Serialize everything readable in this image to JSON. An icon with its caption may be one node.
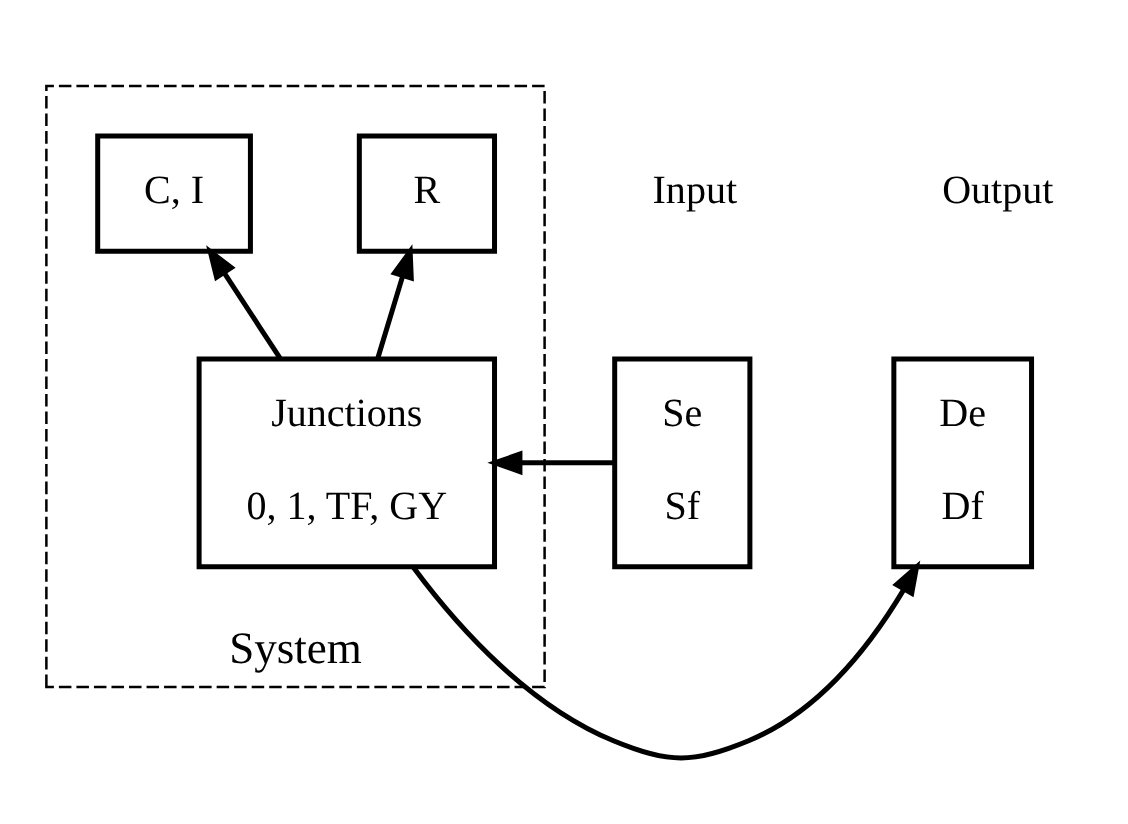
{
  "diagram": {
    "nodes": [
      {
        "text": [
          "System"
        ]
      },
      {
        "text": [
          "C, I"
        ],
        "in": 0
      },
      {
        "text": [
          "R"
        ],
        "in": 0
      },
      {
        "text": [
          "Se",
          "Sf"
        ]
      },
      {
        "text": [
          "Junctions",
          "0, 1, TF, GY"
        ],
        "in": 0
      },
      {
        "text": [
          "De",
          "Df"
        ]
      }
    ],
    "edges": [
      {
        "from": 3,
        "to": 4,
        "arrow": "to"
      },
      {
        "from": 4,
        "to": 1,
        "arrow": "to"
      },
      {
        "from": 4,
        "to": 2,
        "arrow": "to"
      },
      {
        "from": 4,
        "to": 5,
        "arrow": "to"
      }
    ],
    "labels": [
      "Input",
      "Output"
    ]
  }
}
